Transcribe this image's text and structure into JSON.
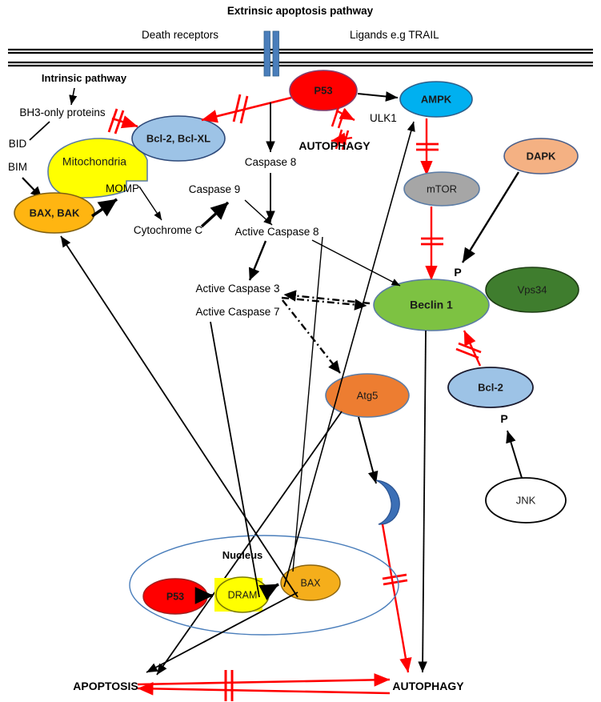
{
  "figure": {
    "title": "Extrinsic apoptosis pathway",
    "intrinsic_title": "Intrinsic pathway"
  },
  "membrane": {
    "death_receptors_label": "Death receptors",
    "ligands_label": "Ligands e.g TRAIL",
    "receptor_color": "#4A7EBB"
  },
  "nodes": {
    "p53_top": {
      "label": "P53",
      "fill": "#FF0000",
      "stroke": "#7F3F6F",
      "text_color": "#1a1a1a"
    },
    "ampk": {
      "label": "AMPK",
      "fill": "#00B0F0",
      "stroke": "#2E5F8A",
      "text_color": "#1a1a1a"
    },
    "mtor": {
      "label": "mTOR",
      "fill": "#A6A6A6",
      "stroke": "#5B7CA5",
      "text_color": "#1a1a1a"
    },
    "dapk": {
      "label": "DAPK",
      "fill": "#F4B183",
      "stroke": "#4A5F8A",
      "text_color": "#1a1a1a"
    },
    "vps34": {
      "label": "Vps34",
      "fill": "#3F7D2E",
      "stroke": "#1E3D14",
      "text_color": "#1a1a1a"
    },
    "beclin1": {
      "label": "Beclin 1",
      "fill": "#7DC242",
      "stroke": "#5B7CA5",
      "text_color": "#1a1a1a"
    },
    "bcl2_bclxl": {
      "label": "Bcl-2, Bcl-XL",
      "fill": "#9DC3E6",
      "stroke": "#2E4A7A",
      "text_color": "#1a1a1a"
    },
    "bcl2_lower": {
      "label": "Bcl-2",
      "fill": "#9DC3E6",
      "stroke": "#1a1a2e",
      "text_color": "#1a1a1a"
    },
    "jnk": {
      "label": "JNK",
      "fill": "#FFFFFF",
      "stroke": "#000000",
      "text_color": "#1a1a1a"
    },
    "atg5": {
      "label": "Atg5",
      "fill": "#ED7D31",
      "stroke": "#5B7CA5",
      "text_color": "#1a1a1a"
    },
    "mitochondria": {
      "label": "Mitochondria",
      "fill": "#FFFF00",
      "stroke": "#5B7CA5",
      "text_color": "#1a1a1a"
    },
    "bax_bak": {
      "label": "BAX, BAK",
      "fill": "#FFB511",
      "stroke": "#7F5F10",
      "text_color": "#1a1a1a"
    },
    "nucleus_p53": {
      "label": "P53",
      "fill": "#FF0000",
      "stroke": "#9B2020",
      "text_color": "#1a1a1a"
    },
    "nucleus_dram": {
      "label": "DRAM",
      "fill": "#FFFF00",
      "stroke": "#7A7A00",
      "text_color": "#1a1a1a"
    },
    "nucleus_bax": {
      "label": "BAX",
      "fill": "#F5AE1B",
      "stroke": "#8A6410",
      "text_color": "#1a1a1a"
    },
    "phagophore": {
      "label": "",
      "fill": "#3B6FB6",
      "stroke": "#2A5290"
    }
  },
  "text_labels": {
    "bh3_only": "BH3-only proteins",
    "bid": "BID",
    "bim": "BIM",
    "momp": "MOMP",
    "cytochrome_c": "Cytochrome C",
    "caspase9": "Caspase 9",
    "caspase8": "Caspase 8",
    "active_caspase8": "Active Caspase 8",
    "active_caspase3": "Active Caspase 3",
    "active_caspase7": "Active Caspase 7",
    "ulk1": "ULK1",
    "autophagy_top": "AUTOPHAGY",
    "nucleus": "Nucleus",
    "p_beclin": "P",
    "p_bcl2": "P",
    "apoptosis_bottom": "APOPTOSIS",
    "autophagy_bottom": "AUTOPHAGY"
  },
  "colors": {
    "inhibition_red": "#FF0000",
    "activation_black": "#000000",
    "nucleus_border": "#4A7EBB"
  }
}
